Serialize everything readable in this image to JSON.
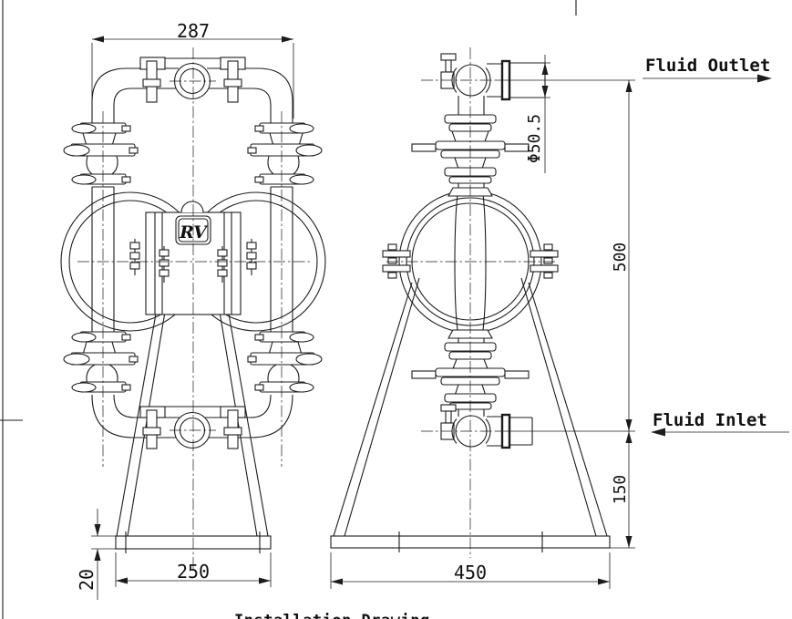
{
  "labels": {
    "fluid_outlet": "Fluid Outlet",
    "fluid_inlet": "Fluid Inlet"
  },
  "logo": "RV",
  "caption": "Installation Drawing",
  "dimensions": {
    "manifold_width": "287",
    "front_base_width": "250",
    "base_thickness": "20",
    "side_base_width": "450",
    "inlet_center_height": "150",
    "outlet_to_inlet_height": "500",
    "port_diameter": "Φ50.5"
  },
  "colors": {
    "line": "#1c1c1c",
    "background": "#ffffff"
  }
}
